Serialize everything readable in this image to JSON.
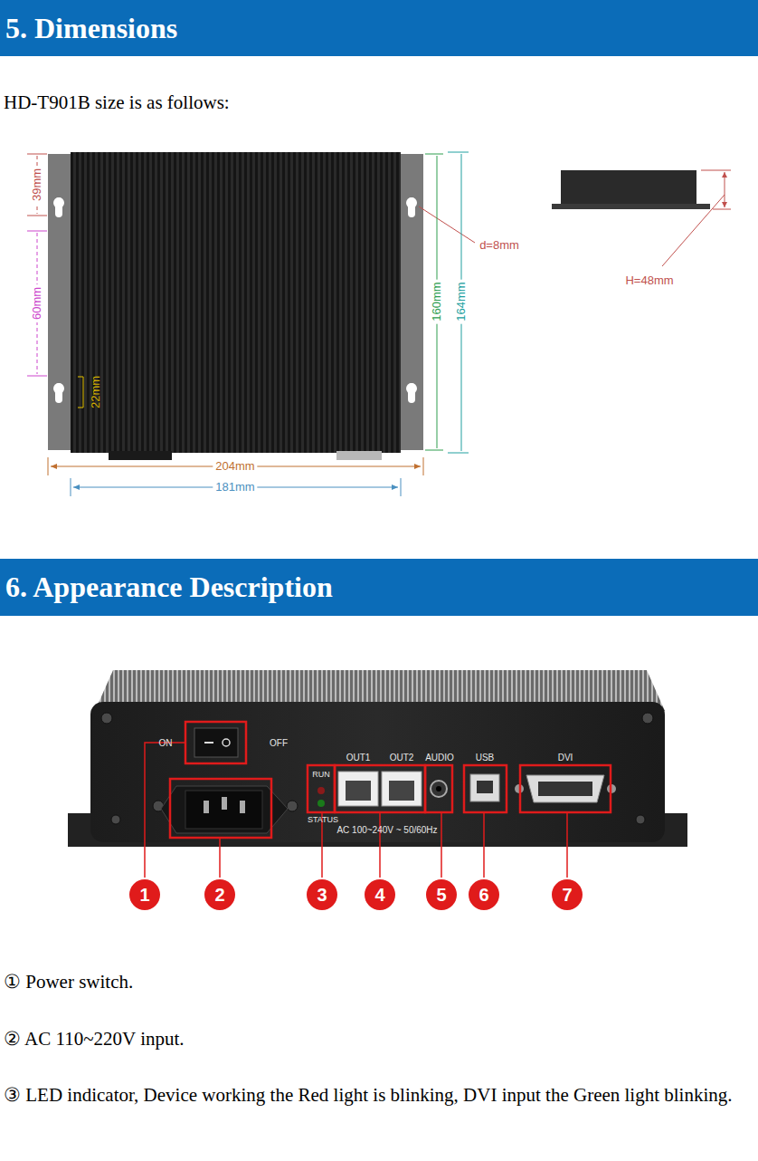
{
  "diagram": {
    "nodes": [
      {
        "text": [
          "5. Dimensions"
        ]
      },
      {
        "text": [
          "6. Appearance Description"
        ]
      },
      {
        "text": [
          "1"
        ]
      },
      {
        "text": [
          "2"
        ]
      },
      {
        "text": [
          "3"
        ]
      },
      {
        "text": [
          "4"
        ]
      },
      {
        "text": [
          "5"
        ]
      },
      {
        "text": [
          "6"
        ]
      },
      {
        "text": [
          "7"
        ]
      }
    ],
    "labels": [
      "HD-T901B size is as follows:",
      "39mm",
      "60mm",
      "22mm",
      "d=8mm",
      "160mm",
      "164mm",
      "204mm",
      "181mm",
      "H=48mm",
      "ON",
      "OFF",
      "RUN",
      "OUT1",
      "OUT2",
      "AUDIO",
      "USB",
      "DVI",
      "STATUS",
      "AC 100~240V ~ 50/60Hz",
      "① Power switch.",
      "② AC 110~220V input.",
      "③ LED indicator, Device working the Red light is blinking, DVI input the Green light blinking."
    ]
  }
}
